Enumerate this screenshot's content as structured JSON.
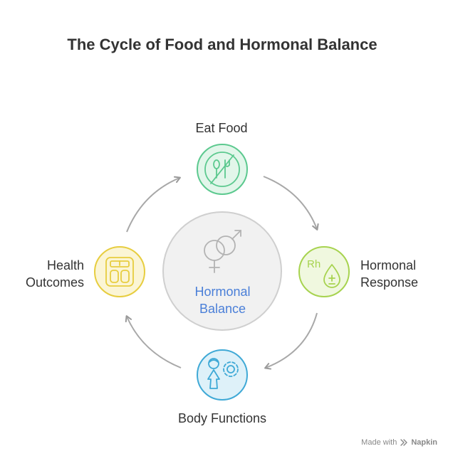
{
  "title": "The Cycle of Food and Hormonal Balance",
  "center": {
    "line1": "Hormonal",
    "line2": "Balance",
    "icon": "gender-symbols-icon"
  },
  "nodes": [
    {
      "id": "eat",
      "label": "Eat Food",
      "icon": "fork-spoon-icon",
      "color": "#5cc98f",
      "fill": "#e2f6ea"
    },
    {
      "id": "hormonal",
      "label_line1": "Hormonal",
      "label_line2": "Response",
      "icon": "rh-blood-drop-icon",
      "color": "#a7d34f",
      "fill": "#f0f8df"
    },
    {
      "id": "body",
      "label": "Body Functions",
      "icon": "person-gear-icon",
      "color": "#3fa9d6",
      "fill": "#def1f9"
    },
    {
      "id": "health",
      "label_line1": "Health",
      "label_line2": "Outcomes",
      "icon": "scale-icon",
      "color": "#e7cd3f",
      "fill": "#fbf5d5"
    }
  ],
  "footer": {
    "prefix": "Made with",
    "brand": "Napkin"
  }
}
